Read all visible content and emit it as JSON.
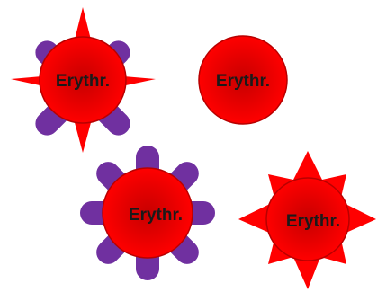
{
  "colors": {
    "cell": "#ff0000",
    "cell_outline": "#b80000",
    "cell_center": "#cc0000",
    "spike": "#ff0000",
    "lobe": "#7030a0",
    "label": "#1a1a1a"
  },
  "cells": [
    {
      "label": "Erythr.",
      "variant": "spikes-and-lobes"
    },
    {
      "label": "Erythr.",
      "variant": "plain"
    },
    {
      "label": "Erythr.",
      "variant": "lobes"
    },
    {
      "label": "Erythr.",
      "variant": "spikes"
    }
  ]
}
